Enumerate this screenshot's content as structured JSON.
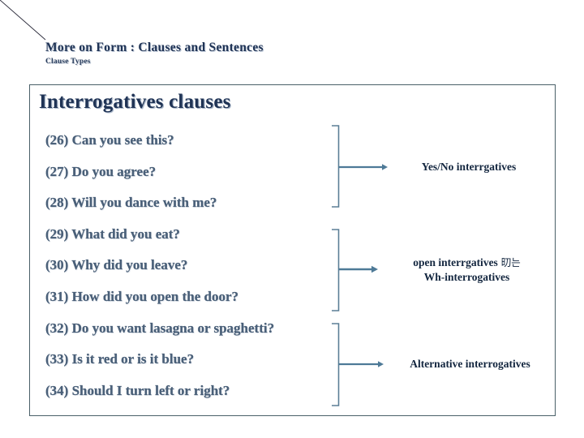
{
  "slide": {
    "title": "More on Form : Clauses and Sentences",
    "subtitle": "Clause Types",
    "heading": "Interrogatives clauses"
  },
  "colors": {
    "title_text": "#1f3355",
    "heading_text": "#1f3355",
    "sentence_text": "#4a6079",
    "label_text": "#13263f",
    "bracket": "#5b7f96",
    "arrow": "#4e7a97",
    "frame_border": "#4a6068",
    "background": "#ffffff"
  },
  "examples": [
    {
      "number": "(26)",
      "text": "(26) Can you see this?"
    },
    {
      "number": "(27)",
      "text": "(27) Do you agree?"
    },
    {
      "number": "(28)",
      "text": "(28) Will you dance with me?"
    },
    {
      "number": "(29)",
      "text": "(29) What did you eat?"
    },
    {
      "number": "(30)",
      "text": "(30) Why did you leave?"
    },
    {
      "number": "(31)",
      "text": "(31) How did you open the door?"
    },
    {
      "number": "(32)",
      "text": "(32) Do you want lasagna or spaghetti?"
    },
    {
      "number": "(33)",
      "text": "(33) Is it red or is it blue?"
    },
    {
      "number": "(34)",
      "text": "(34) Should I turn left or right?"
    }
  ],
  "callouts": [
    {
      "label": "Yes/No interrgatives",
      "covers": "(26)-(28)"
    },
    {
      "label_line1": "open interrgatives",
      "label_ko": "旫는",
      "label_line2": "Wh-interrogatives",
      "covers": "(29)-(31)"
    },
    {
      "label": "Alternative interrogatives",
      "covers": "(32)-(34)"
    }
  ]
}
